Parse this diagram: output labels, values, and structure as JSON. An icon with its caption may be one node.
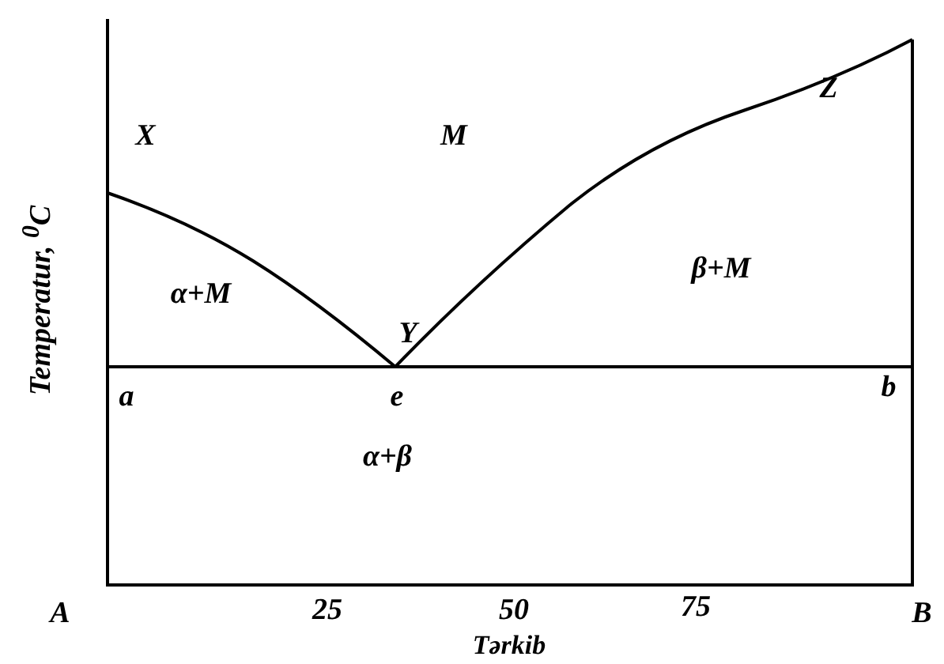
{
  "diagram": {
    "labels": [
      "Temperatur, $^{0}$C",
      "X",
      "M",
      "Z",
      "α+M",
      "β+M",
      "Y",
      "a",
      "e",
      "b",
      "α+β",
      "A",
      "25",
      "50",
      "75",
      "B",
      "Tərkib"
    ]
  }
}
